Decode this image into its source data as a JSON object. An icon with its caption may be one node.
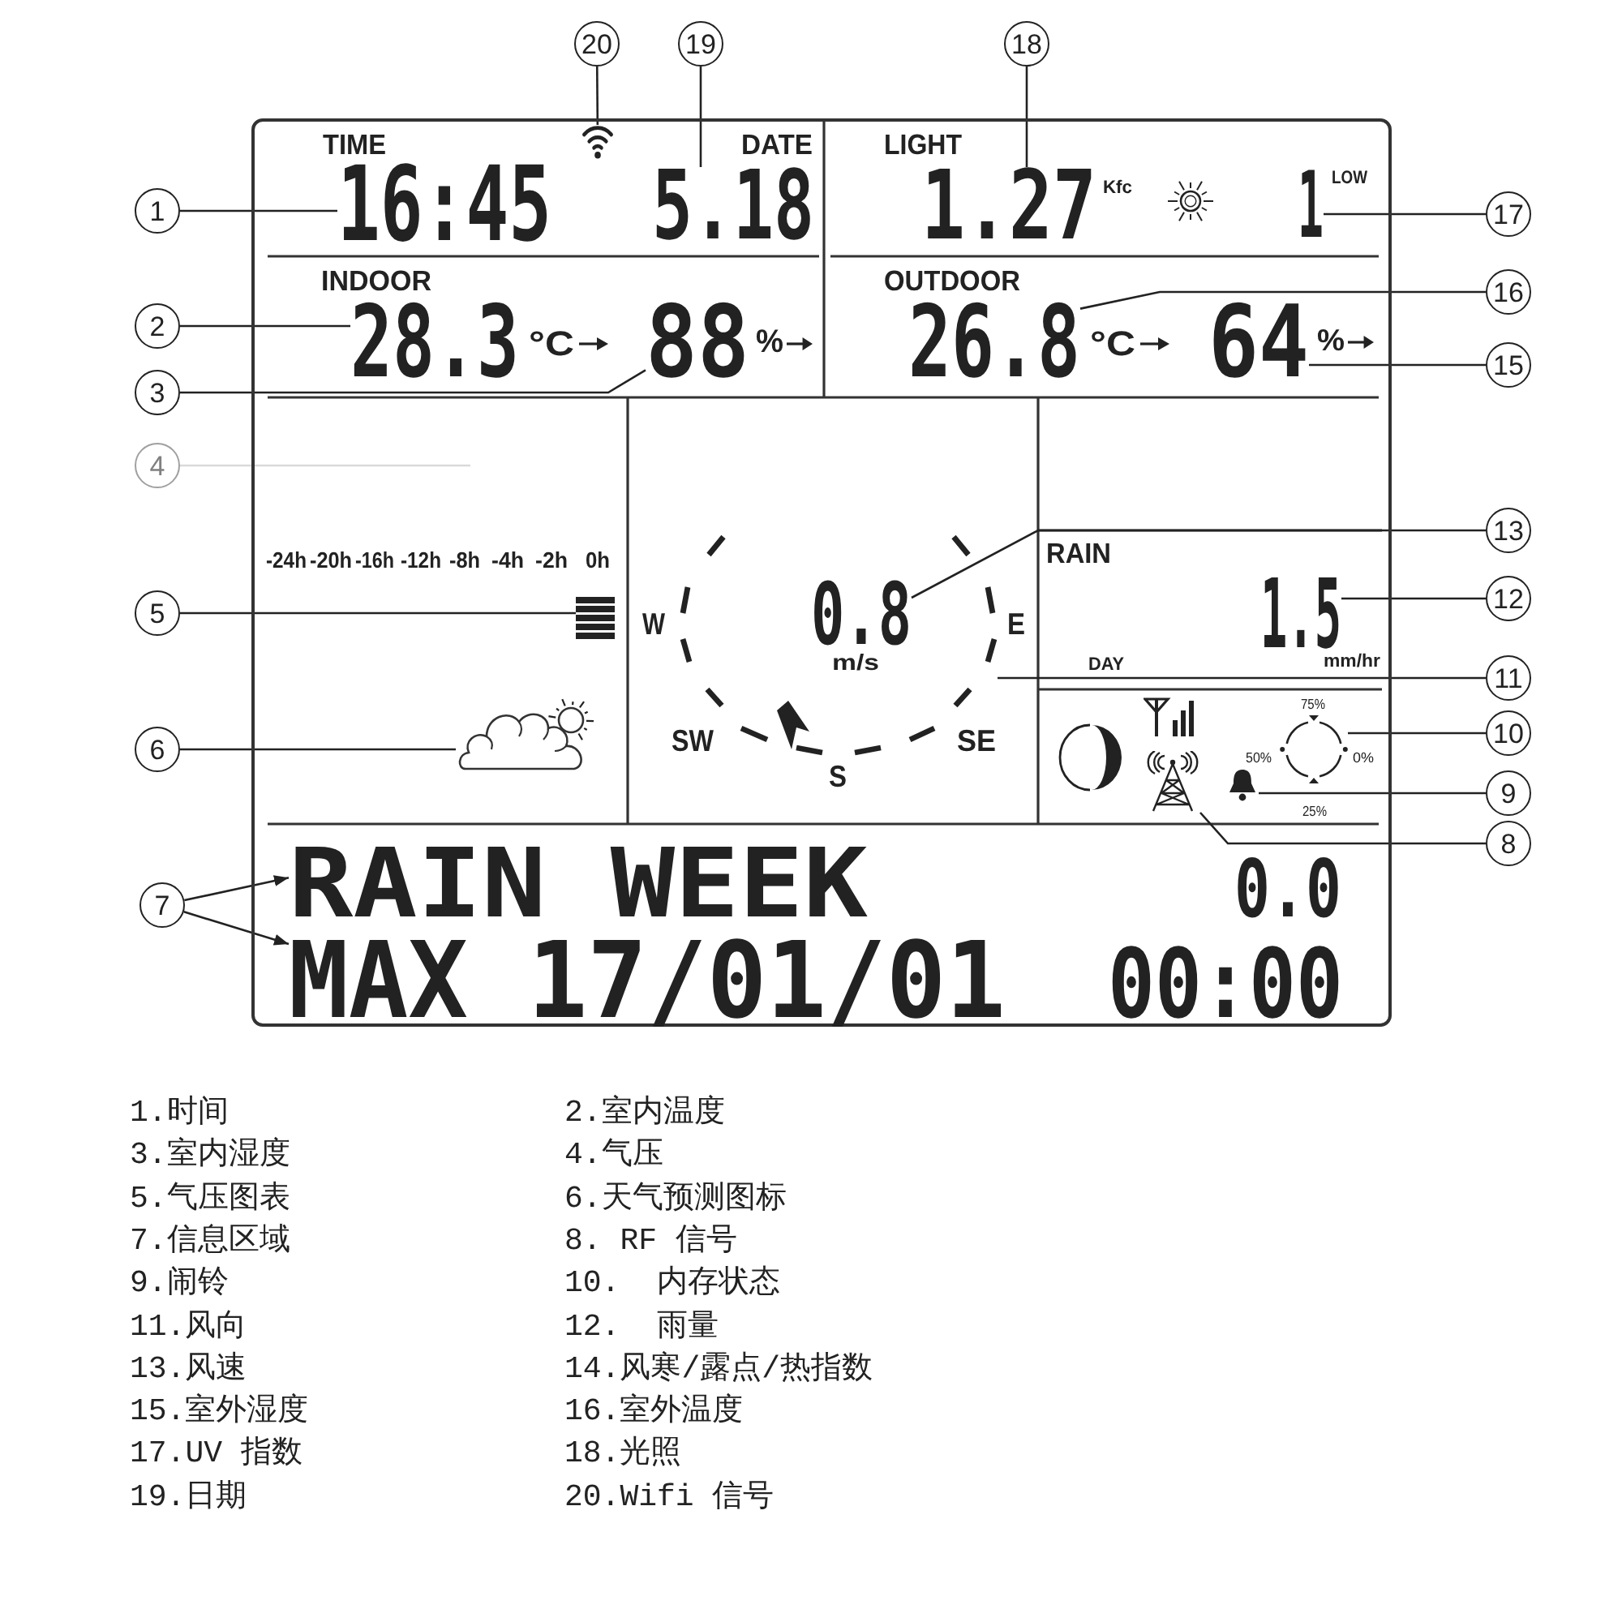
{
  "diagram": {
    "nodes": [
      {
        "text": [
          "20"
        ]
      },
      {
        "text": [
          "19"
        ]
      },
      {
        "text": [
          "18"
        ]
      },
      {
        "text": [],
        "shape": "box"
      },
      {
        "text": [],
        "shape": "picture",
        "in": 3
      },
      {
        "text": [
          "16:45"
        ],
        "in": 3
      },
      {
        "text": [
          "5.18"
        ],
        "in": 3
      },
      {
        "text": [
          "1.27"
        ],
        "beside": [
          "Kfc"
        ],
        "in": 3
      },
      {
        "text": [
          "1"
        ],
        "beside": [
          "LOW"
        ],
        "in": 3
      },
      {
        "text": [
          "1"
        ]
      },
      {
        "text": [
          "17"
        ]
      },
      {
        "text": [
          "16"
        ]
      },
      {
        "text": [
          "28.3"
        ],
        "beside": [
          "°C"
        ],
        "in": 3
      },
      {
        "text": [
          "88"
        ],
        "beside": [
          "%"
        ],
        "in": 3
      },
      {
        "text": [
          "26.8"
        ],
        "beside": [
          "°C"
        ],
        "in": 3
      },
      {
        "text": [
          "64"
        ],
        "beside": [
          "%"
        ],
        "in": 3
      },
      {
        "text": [
          "2"
        ]
      },
      {
        "text": [
          "15"
        ]
      },
      {
        "text": [
          "3"
        ]
      },
      {
        "text": [
          "4"
        ]
      },
      {
        "text": [],
        "shape": "circle",
        "in": 3
      },
      {
        "text": [
          "0.8"
        ],
        "beside": [
          "m/s"
        ],
        "in": 20
      },
      {
        "text": [
          "13"
        ]
      },
      {
        "text": [
          "1.5"
        ],
        "beside": [
          "mm/hr"
        ],
        "in": 3
      },
      {
        "text": [],
        "shape": "bar",
        "in": 3
      },
      {
        "text": [
          "5"
        ]
      },
      {
        "text": [
          "12"
        ]
      },
      {
        "text": [
          "11"
        ]
      },
      {
        "text": [],
        "shape": "circle",
        "in": 3,
        "beside": [
          "75%",
          "50%",
          "0%",
          "25%"
        ]
      },
      {
        "text": [
          "10"
        ]
      },
      {
        "text": [],
        "shape": "picture",
        "in": 3
      },
      {
        "text": [
          "6"
        ]
      },
      {
        "text": [],
        "shape": "picture",
        "in": 3
      },
      {
        "text": [
          "9"
        ]
      },
      {
        "text": [],
        "shape": "picture",
        "in": 3
      },
      {
        "text": [
          "8"
        ]
      },
      {
        "text": [
          "RAIN WEEK"
        ],
        "in": 3
      },
      {
        "text": [
          "7"
        ]
      },
      {
        "text": [
          "MAX 17/01/01"
        ],
        "in": 3
      }
    ],
    "edges": [
      {
        "from": 0,
        "to": 4,
        "arrow": "none"
      },
      {
        "from": 1,
        "to": 6,
        "arrow": "none"
      },
      {
        "from": 2,
        "to": 7,
        "arrow": "none"
      },
      {
        "from": 9,
        "to": 5,
        "arrow": "none"
      },
      {
        "from": 10,
        "to": 8,
        "arrow": "none"
      },
      {
        "from": 11,
        "to": 14,
        "arrow": "none"
      },
      {
        "from": 16,
        "to": 12,
        "arrow": "none"
      },
      {
        "from": 17,
        "to": 15,
        "arrow": "none"
      },
      {
        "from": 18,
        "to": 13,
        "arrow": "none"
      },
      {
        "from": 19,
        "to": null,
        "arrow": "none",
        "color": "#d9d9d9"
      },
      {
        "from": 22,
        "to": 21,
        "arrow": "none"
      },
      {
        "from": 26,
        "to": 23,
        "arrow": "none"
      },
      {
        "from": 25,
        "to": 24,
        "arrow": "none"
      },
      {
        "from": 27,
        "to": 20,
        "arrow": "none"
      },
      {
        "from": 29,
        "to": 28,
        "arrow": "none"
      },
      {
        "from": 31,
        "to": 30,
        "arrow": "none"
      },
      {
        "from": 33,
        "to": 32,
        "arrow": "none"
      },
      {
        "from": 35,
        "to": 34,
        "arrow": "none"
      },
      {
        "from": 37,
        "to": 36,
        "arrow": "to"
      },
      {
        "from": 37,
        "to": 38,
        "arrow": "to"
      }
    ],
    "labels": [
      "TIME",
      "DATE",
      "LIGHT",
      "INDOOR",
      "OUTDOOR",
      "-24h",
      "-20h",
      "-16h",
      "-12h",
      "-8h",
      "-4h",
      "-2h",
      "0h",
      "RAIN",
      "W",
      "E",
      "DAY",
      "SW",
      "SE",
      "S",
      "0.0",
      "00:00",
      "1.时间",
      "2.室内温度",
      "3.室内湿度",
      "4.气压",
      "5.气压图表",
      "6.天气预测图标",
      "7.信息区域",
      "8. RF 信号",
      "9.闹铃",
      "10.  内存状态",
      "11.风向",
      "12.  雨量",
      "13.风速",
      "14.风寒/露点/热指数",
      "15.室外湿度",
      "16.室外温度",
      "17.UV 指数",
      "18.光照",
      "19.日期",
      "20.Wifi 信号"
    ]
  }
}
